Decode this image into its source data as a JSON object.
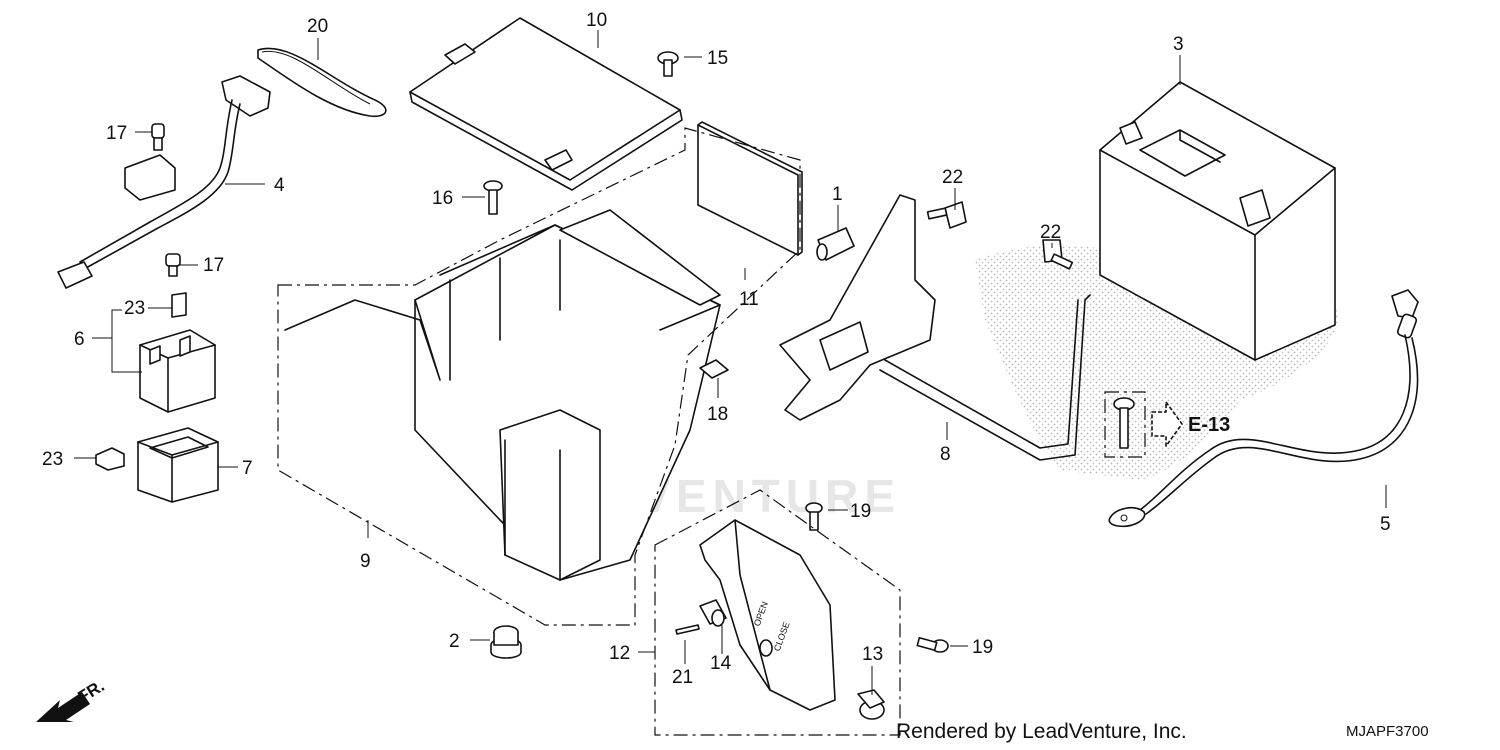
{
  "diagram": {
    "footer_credit": "Rendered by LeadVenture, Inc.",
    "diagram_code": "MJAPF3700",
    "cross_ref": "E-13",
    "front_marker": "FR.",
    "watermark": "LEADVENTURE",
    "callouts": [
      {
        "id": "c1",
        "number": "1"
      },
      {
        "id": "c2",
        "number": "2"
      },
      {
        "id": "c3",
        "number": "3"
      },
      {
        "id": "c4",
        "number": "4"
      },
      {
        "id": "c5",
        "number": "5"
      },
      {
        "id": "c6",
        "number": "6"
      },
      {
        "id": "c7",
        "number": "7"
      },
      {
        "id": "c8",
        "number": "8"
      },
      {
        "id": "c9",
        "number": "9"
      },
      {
        "id": "c10",
        "number": "10"
      },
      {
        "id": "c11",
        "number": "11"
      },
      {
        "id": "c12",
        "number": "12"
      },
      {
        "id": "c13",
        "number": "13"
      },
      {
        "id": "c14",
        "number": "14"
      },
      {
        "id": "c15",
        "number": "15"
      },
      {
        "id": "c16",
        "number": "16"
      },
      {
        "id": "c17a",
        "number": "17"
      },
      {
        "id": "c17b",
        "number": "17"
      },
      {
        "id": "c18",
        "number": "18"
      },
      {
        "id": "c19a",
        "number": "19"
      },
      {
        "id": "c19b",
        "number": "19"
      },
      {
        "id": "c20",
        "number": "20"
      },
      {
        "id": "c21",
        "number": "21"
      },
      {
        "id": "c22a",
        "number": "22"
      },
      {
        "id": "c22b",
        "number": "22"
      },
      {
        "id": "c23a",
        "number": "23"
      },
      {
        "id": "c23b",
        "number": "23"
      }
    ],
    "cover_text_open": "OPEN",
    "cover_text_close": "CLOSE"
  }
}
